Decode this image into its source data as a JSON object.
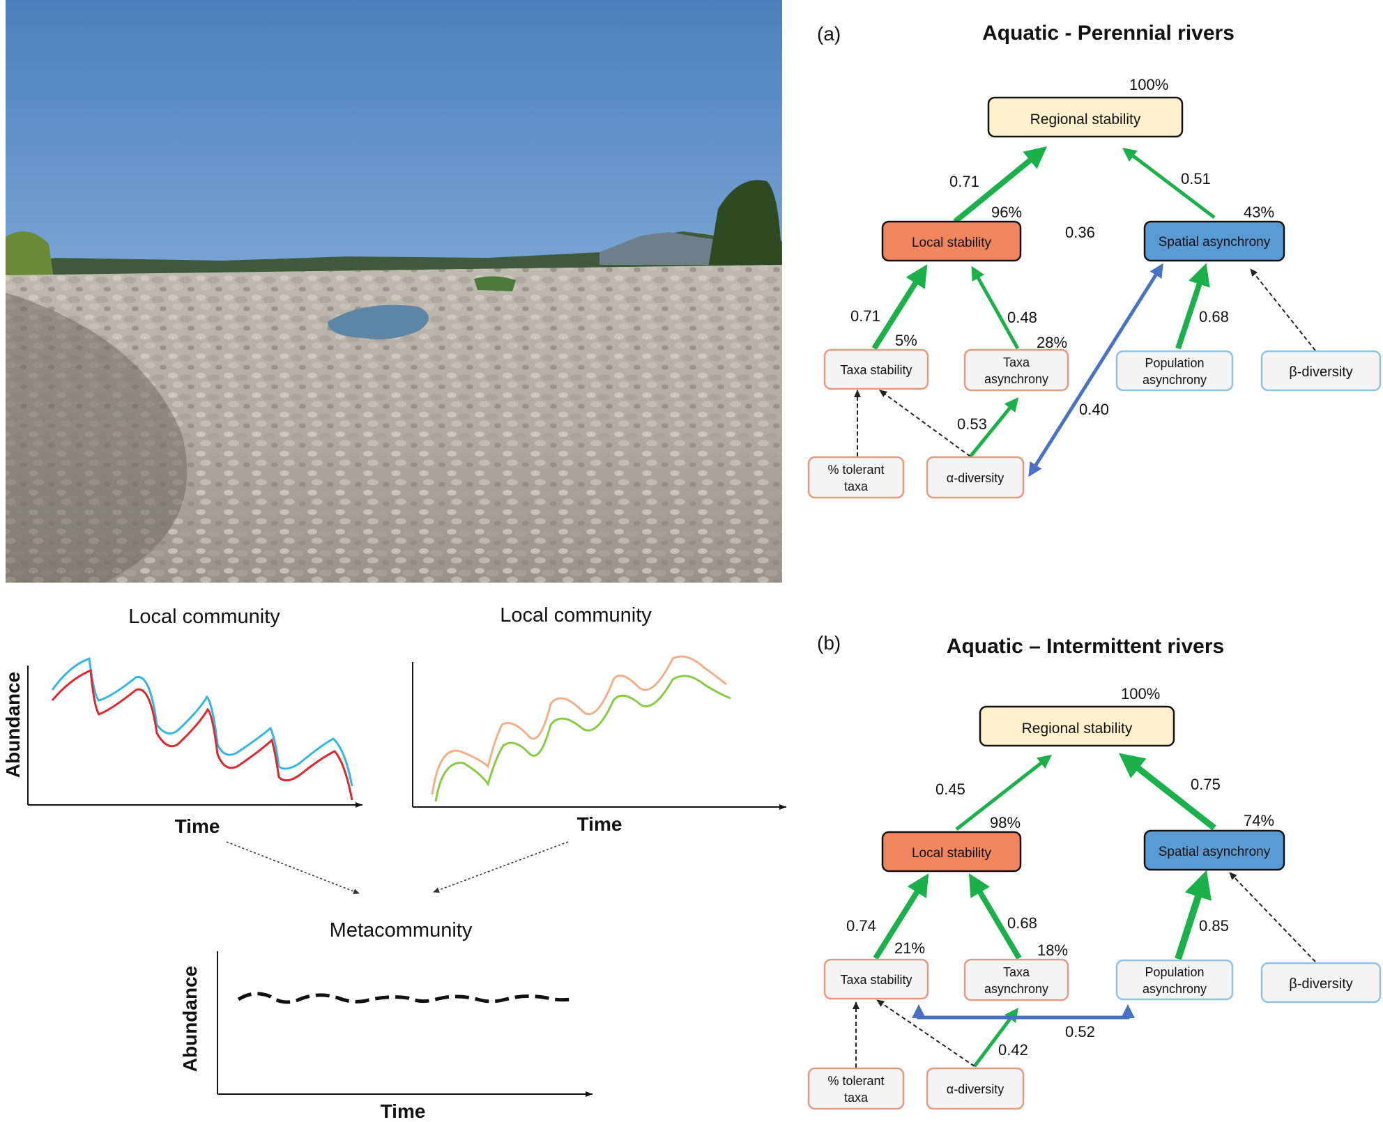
{
  "photo": {
    "subject": "dry-gravel-riverbed-photo"
  },
  "local_left": {
    "title": "Local community",
    "ylabel": "Abundance",
    "xlabel": "Time",
    "colors": {
      "upper": "#33b5e5",
      "lower": "#e0262e"
    }
  },
  "local_right": {
    "title": "Local community",
    "xlabel": "Time",
    "colors": {
      "upper": "#f2b08a",
      "lower": "#88cc44"
    }
  },
  "meta": {
    "title": "Metacommunity",
    "ylabel": "Abundance",
    "xlabel": "Time"
  },
  "panel_a": {
    "label": "(a)",
    "title": "Aquatic - Perennial rivers",
    "nodes": {
      "regional": "Regional stability",
      "local": "Local stability",
      "spatial": "Spatial asynchrony",
      "taxa_stab": "Taxa stability",
      "taxa_async_1": "Taxa",
      "taxa_async_2": "asynchrony",
      "pop_async_1": "Population",
      "pop_async_2": "asynchrony",
      "beta": "β-diversity",
      "tolerant_1": "% tolerant",
      "tolerant_2": "taxa",
      "alpha": "α-diversity"
    },
    "r2": {
      "regional": "100%",
      "local": "96%",
      "spatial": "43%",
      "taxa_stab": "5%",
      "taxa_async": "28%"
    },
    "coef": {
      "local_regional": "0.71",
      "spatial_regional": "0.51",
      "local_spatial": "0.36",
      "taxa_stab_local": "0.71",
      "taxa_async_local": "0.48",
      "pop_spatial": "0.68",
      "alpha_taxa_async": "0.53",
      "alpha_spatial": "0.40"
    }
  },
  "panel_b": {
    "label": "(b)",
    "title": "Aquatic – Intermittent rivers",
    "nodes": {
      "regional": "Regional stability",
      "local": "Local stability",
      "spatial": "Spatial asynchrony",
      "taxa_stab": "Taxa stability",
      "taxa_async_1": "Taxa",
      "taxa_async_2": "asynchrony",
      "pop_async_1": "Population",
      "pop_async_2": "asynchrony",
      "beta": "β-diversity",
      "tolerant_1": "% tolerant",
      "tolerant_2": "taxa",
      "alpha": "α-diversity"
    },
    "r2": {
      "regional": "100%",
      "local": "98%",
      "spatial": "74%",
      "taxa_stab": "21%",
      "taxa_async": "18%"
    },
    "coef": {
      "local_regional": "0.45",
      "spatial_regional": "0.75",
      "taxa_stab_local": "0.74",
      "taxa_async_local": "0.68",
      "pop_spatial": "0.85",
      "alpha_taxa_async": "0.42",
      "taxa_stab_pop": "0.52"
    }
  },
  "colors": {
    "green_path": "#1ab04a",
    "blue_path": "#4a72c4",
    "local_fill": "#ef8660",
    "spatial_fill": "#5b9bd5",
    "regional_fill": "#fdf0cc",
    "orange_border": "#e59a80",
    "blue_border": "#8ec2e6"
  }
}
